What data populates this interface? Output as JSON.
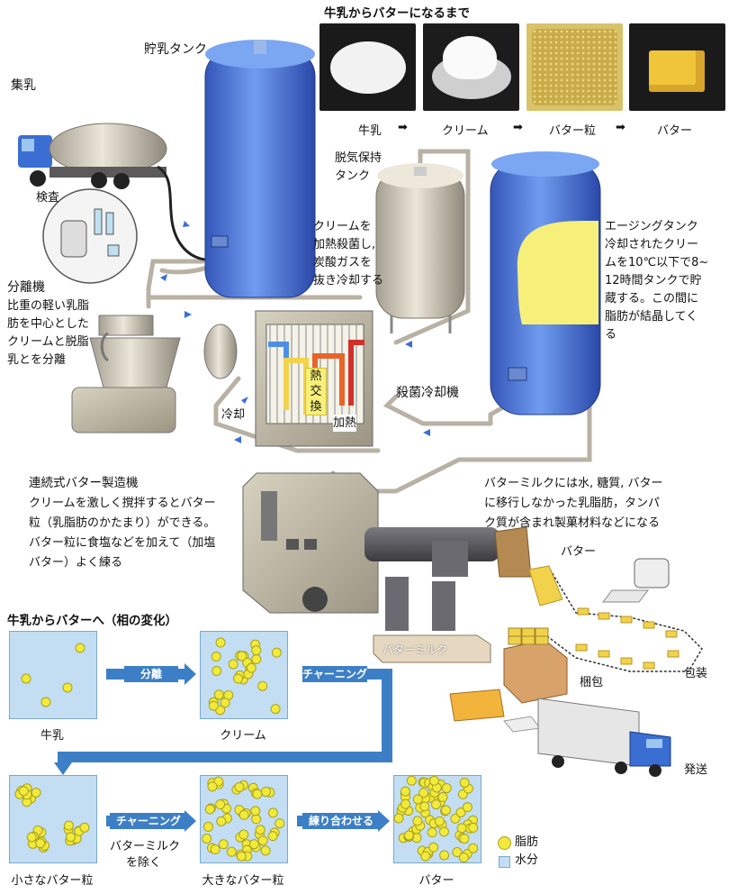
{
  "top_title": "牛乳からバターになるまで",
  "top_steps": [
    "牛乳",
    "クリーム",
    "バター粒",
    "バター"
  ],
  "top_arrow": "➡",
  "labels": {
    "collection": "集乳",
    "storage_tank": "貯乳タンク",
    "inspection": "検査",
    "separator_title": "分離機",
    "separator_desc": [
      "比重の軽い乳脂",
      "肪を中心とした",
      "クリームと脱脂",
      "乳とを分離"
    ],
    "degas_tank": [
      "脱気保持",
      "タンク"
    ],
    "heat_note": [
      "クリームを",
      "加熱殺菌し,",
      "炭酸ガスを",
      "抜き冷却する"
    ],
    "aging_title": "エージングタンク",
    "aging_desc": [
      "冷却されたクリー",
      "ムを10℃以下で8~",
      "12時間タンクで貯",
      "蔵する。この間に",
      "脂肪が結晶してく",
      "る"
    ],
    "heat_exchange": [
      "熱",
      "交",
      "換"
    ],
    "cooling": "冷却",
    "heating": "加熱",
    "pasteurizer": "殺菌冷却機",
    "churn_title": "連続式バター製造機",
    "churn_desc": [
      "クリームを激しく撹拌するとバター",
      "粒（乳脂肪のかたまり）ができる。",
      "バター粒に食塩などを加えて（加塩",
      "バター）よく練る"
    ],
    "buttermilk_note": [
      "バターミルクには水, 糖質, バター",
      "に移行しなかった乳脂肪，タンパ",
      "ク質が含まれ製菓材料などになる"
    ],
    "butter_out": "バター",
    "buttermilk_tray": "バターミルク",
    "packing": "梱包",
    "wrapping": "包装",
    "shipping": "発送"
  },
  "phase": {
    "title": "牛乳からバターへ（相の変化）",
    "stages": [
      "牛乳",
      "クリーム",
      "小さなバター粒",
      "大きなバター粒",
      "バター"
    ],
    "arrows": [
      "分離",
      "チャーニング",
      "チャーニング",
      "練り合わせる"
    ],
    "buttermilk_remove": [
      "バターミルク",
      "を除く"
    ],
    "legend": [
      {
        "label": "脂肪"
      },
      {
        "label": "水分"
      }
    ]
  },
  "colors": {
    "tank_blue": "#4a78d8",
    "steel": "#c9c2b4",
    "fat_yellow": "#f2ea3a",
    "phase_blue": "#c3def2",
    "tag_blue": "#3d7fc6",
    "butter": "#f0c23a"
  }
}
